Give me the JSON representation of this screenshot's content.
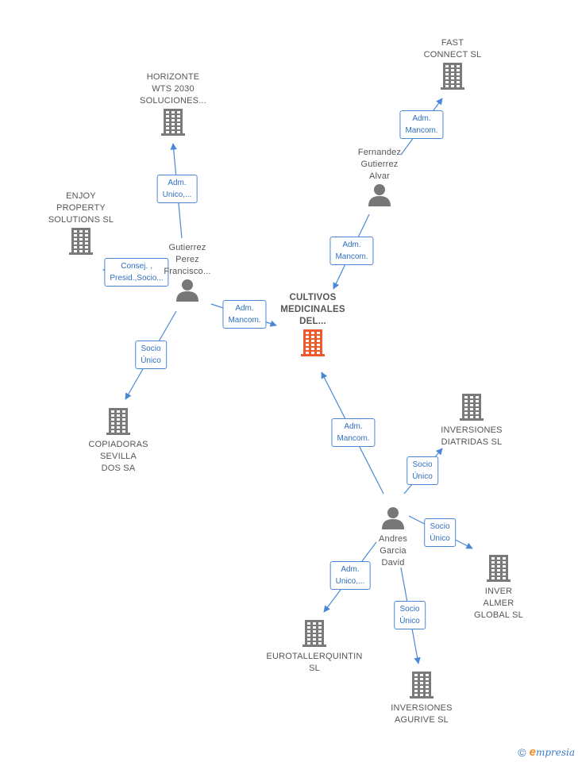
{
  "colors": {
    "company": "#7a7a7a",
    "main_company": "#ee5a2c",
    "person": "#777777",
    "edge": "#4a88d6"
  },
  "nodes": [
    {
      "id": "main",
      "kind": "company",
      "main": true,
      "label": "CULTIVOS\nMEDICINALES\nDEL..."
    },
    {
      "id": "fast",
      "kind": "company",
      "label": "FAST\nCONNECT  SL"
    },
    {
      "id": "horizonte",
      "kind": "company",
      "label": "HORIZONTE\nWTS 2030\nSOLUCIONES..."
    },
    {
      "id": "enjoy",
      "kind": "company",
      "label": "ENJOY\nPROPERTY\nSOLUTIONS  SL"
    },
    {
      "id": "copiadoras",
      "kind": "company",
      "label": "COPIADORAS\nSEVILLA\nDOS SA"
    },
    {
      "id": "diatridas",
      "kind": "company",
      "label": "INVERSIONES\nDIATRIDAS  SL"
    },
    {
      "id": "inver_almer",
      "kind": "company",
      "label": "INVER\nALMER\nGLOBAL  SL"
    },
    {
      "id": "eurotaller",
      "kind": "company",
      "label": "EUROTALLERQUINTIN\nSL"
    },
    {
      "id": "agurive",
      "kind": "company",
      "label": "INVERSIONES\nAGURIVE  SL"
    },
    {
      "id": "fernandez",
      "kind": "person",
      "label": "Fernandez\nGutierrez\nAlvar"
    },
    {
      "id": "gutierrez",
      "kind": "person",
      "label": "Gutierrez\nPerez\nFrancisco..."
    },
    {
      "id": "andres",
      "kind": "person",
      "label": "Andres\nGarcia\nDavid"
    }
  ],
  "edges": [
    {
      "from": "fernandez",
      "to": "fast",
      "label": "Adm.\nMancom."
    },
    {
      "from": "fernandez",
      "to": "main",
      "label": "Adm.\nMancom."
    },
    {
      "from": "gutierrez",
      "to": "horizonte",
      "label": "Adm.\nUnico,..."
    },
    {
      "from": "gutierrez",
      "to": "enjoy",
      "label": "Consej. ,\nPresid.,Socio..."
    },
    {
      "from": "gutierrez",
      "to": "main",
      "label": "Adm.\nMancom."
    },
    {
      "from": "gutierrez",
      "to": "copiadoras",
      "label": "Socio\nÚnico"
    },
    {
      "from": "andres",
      "to": "main",
      "label": "Adm.\nMancom."
    },
    {
      "from": "andres",
      "to": "diatridas",
      "label": "Socio\nÚnico"
    },
    {
      "from": "andres",
      "to": "inver_almer",
      "label": "Socio\nÚnico"
    },
    {
      "from": "andres",
      "to": "eurotaller",
      "label": "Adm.\nUnico,..."
    },
    {
      "from": "andres",
      "to": "agurive",
      "label": "Socio\nÚnico"
    }
  ],
  "footer": {
    "copyright": "©",
    "brand_initial": "e",
    "brand_rest": "mpresia"
  }
}
